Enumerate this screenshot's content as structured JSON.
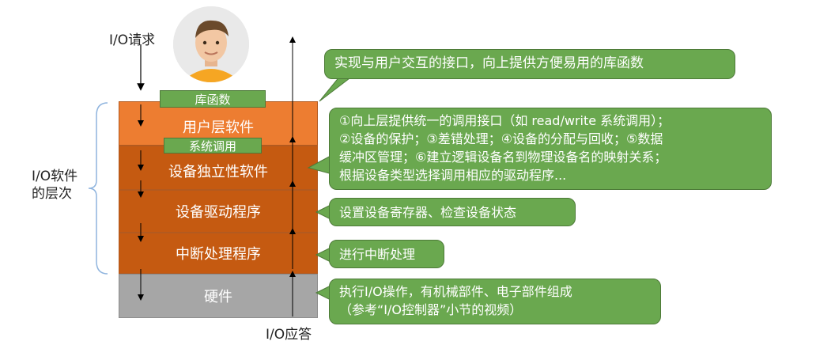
{
  "labels": {
    "io_request": "I/O请求",
    "io_response": "I/O应答",
    "software_levels_line1": "I/O软件",
    "software_levels_line2": "的层次"
  },
  "layers": [
    {
      "name": "用户层软件",
      "color": "#ed7d31"
    },
    {
      "name": "设备独立性软件",
      "color": "#c55a11"
    },
    {
      "name": "设备驱动程序",
      "color": "#c55a11"
    },
    {
      "name": "中断处理程序",
      "color": "#c55a11"
    },
    {
      "name": "硬件",
      "color": "#a6a6a6"
    }
  ],
  "tags": {
    "library_functions": "库函数",
    "system_calls": "系统调用"
  },
  "callouts": {
    "user_layer": [
      "实现与用户交互的接口，向上提供方便易用的库函数"
    ],
    "device_independent": [
      "①向上层提供统一的调用接口（如 read/write 系统调用）；",
      "②设备的保护；③差错处理；④设备的分配与回收；⑤数据",
      "缓冲区管理；⑥建立逻辑设备名到物理设备名的映射关系；",
      "根据设备类型选择调用相应的驱动程序..."
    ],
    "driver": [
      "设置设备寄存器、检查设备状态"
    ],
    "interrupt": [
      "进行中断处理"
    ],
    "hardware": [
      "执行I/O操作，有机械部件、电子部件组成",
      "（参考“I/O控制器”小节的视频）"
    ]
  },
  "colors": {
    "callout_green": "#6aa84f",
    "user_layer_orange": "#ed7d31",
    "layer_dark_orange": "#c55a11",
    "hardware_gray": "#a6a6a6"
  }
}
